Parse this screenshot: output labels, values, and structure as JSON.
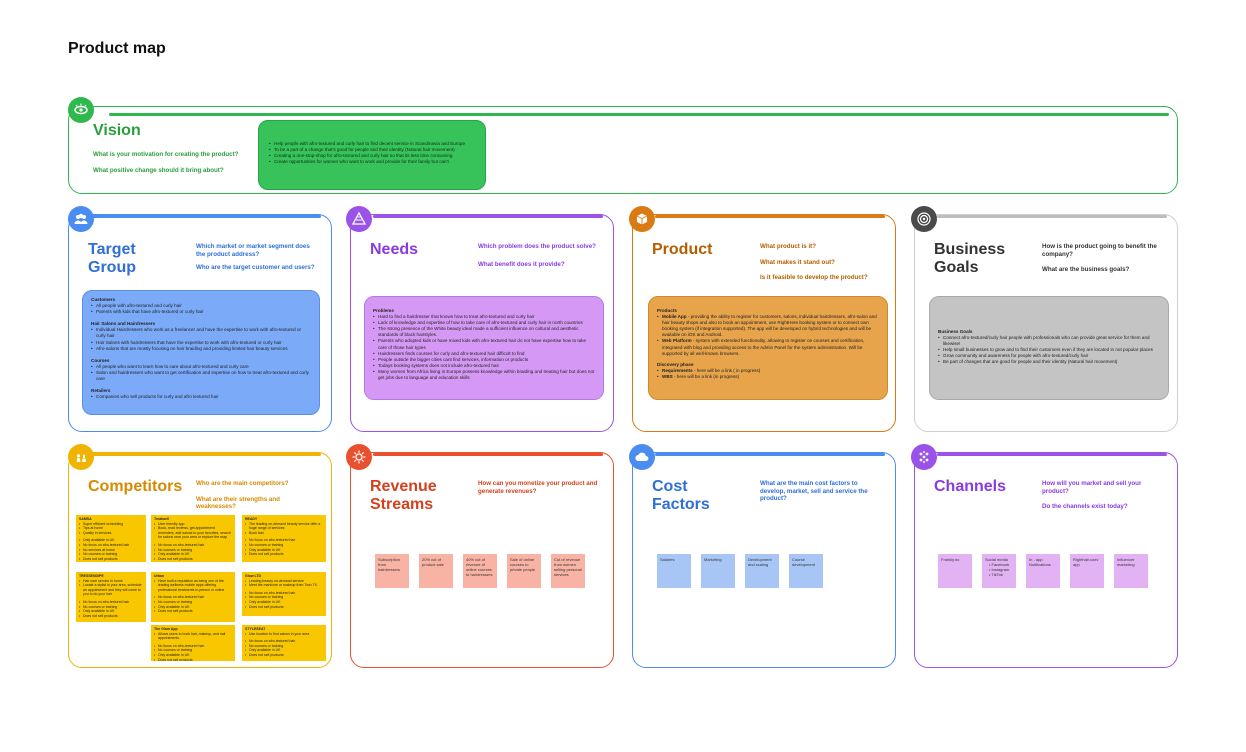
{
  "page_title": "Product map",
  "vision": {
    "title": "Vision",
    "questions": [
      "What is your motivation for creating the product?",
      "What positive change should it bring about?"
    ],
    "items": [
      "Help people with afro-textured and curly hair to find decent service in Scandinavia and Europe",
      "To be a part of a change that's good for people and their identity (Natural hair movement)",
      "Creating a one-stop-shop for afro-textured and curly hair so that its less time consuming",
      "Create opportunities for women who want to work and provide for their family but can't"
    ]
  },
  "target_group": {
    "title": [
      "Target",
      "Group"
    ],
    "questions": [
      "Which market or market segment does the product address?",
      "Who are the target customer and users?"
    ],
    "sections": [
      {
        "heading": "Customers",
        "items": [
          "All people with afro-textured and curly hair",
          "Parents with kids that have afro-textured or curly hair"
        ]
      },
      {
        "heading": "Hair Salons and Hairdressers",
        "items": [
          "Individual Hairdressers who work as a freelancer and have the expertise to work with afro-textured or curly hair",
          "Hair Salons with hairdressers that have the expertise to work with afro-textured or curly hair",
          "Afro-salons that are mostly focusing on hair braiding and providing limited hair beauty services"
        ]
      },
      {
        "heading": "Courses",
        "items": [
          "All people who want to learn how to care about afro-textured and curly care",
          "Salon and hairdressers who want to get certification and expertise on how to treat afro-textured and curly care"
        ]
      },
      {
        "heading": "Retailers",
        "items": [
          "Companies who sell products for curly and afro textured hair"
        ]
      }
    ]
  },
  "needs": {
    "title": "Needs",
    "questions": [
      "Which problem does the product solve?",
      "What benefit does it provide?"
    ],
    "heading": "Problems",
    "items": [
      "Hard to find a hairdresser that knows how to treat afro-textured and curly hair",
      "Lack of knowledge and expertise of how to take care of afro-textured and curly hair in north countries",
      "The strong presence of the White beauty ideal made a sufficient influence on cultural and aesthetic standards of black hairstyles.",
      "Parents who adopted kids or have mixed kids with afro-textured hair do not have expertise how to take care of those hair types",
      "Hairdressers finds courses for curly and afro-textured hair difficult to find",
      "People outside the bigger cities cant find services, information or products",
      "Todays booking systems does not include afro-textured hair",
      "Many women from Africa living in Europe possess knowledge within braiding and treating hair but does not get jobs due to language and education skills"
    ]
  },
  "product": {
    "title": "Product",
    "questions": [
      "What product is it?",
      "What makes it stand out?",
      "Is it feasible to develop the product?"
    ],
    "heading": "Products",
    "items": [
      {
        "bold": "Mobile App",
        "text": " - providing the ability to register for customers, salons, individual hairdressers, afro-salon and hair beauty shops and also to book an appointment, use RightHere booking system or to connect own booking system (if integration supported). The app will be developed on hybrid technologies and will be available on iOS and Android."
      },
      {
        "bold": "Web Platform",
        "text": " - system with extended functionality, allowing to register on courses and certification, integrated with blog and providing access to the Admin Panel for the system administration. Will be supported by all well-known browsers."
      }
    ],
    "heading2": "Discovery phase",
    "items2": [
      {
        "bold": "Requirements",
        "text": " - here will be a link ( in progress)"
      },
      {
        "bold": "WBS",
        "text": " - here will be a link  (in progress)"
      }
    ]
  },
  "business_goals": {
    "title": [
      "Business",
      "Goals"
    ],
    "questions": [
      "How is the product going to benefit the company?",
      "What are the business goals?"
    ],
    "heading": "Business Goals",
    "items": [
      "Connect afro-textured/curly hair people with professionals who can provide great service for them and likewise!",
      "Help small businesses to grow and to find their customers even if they are located in not popular places",
      "Grow community and awareness for people with afro-textured/curly hair",
      "Be part of changes that are good for people and their identity (Natural hair movement)"
    ]
  },
  "competitors": {
    "title": "Competitors",
    "questions": [
      "Who are the main competitors?",
      "What are their strengths and weaknesses?"
    ],
    "notes": [
      {
        "name": "SAMSA",
        "items": [
          "Super efficient scheduling",
          "Tips at home",
          "Quality in services",
          "",
          "Only available in UK",
          "No focus on afro-textured hair",
          "No services at home",
          "No courses or training",
          "Does not sell products"
        ]
      },
      {
        "name": "Treatwell",
        "items": [
          "User friendly app",
          "Book, read reviews, get appointment reminders, add salons to your favorites, search for salons near your area or explore the map",
          "",
          "No focus on afro-textured hair",
          "No courses or training",
          "Only available in UK",
          "Does not sell products"
        ]
      },
      {
        "name": "READY",
        "items": [
          "The leading on-demand beauty service offer a huge range of services",
          "Book fast",
          "",
          "No focus on afro-textured hair",
          "No courses or training",
          "Only available in UK",
          "Does not sell products"
        ]
      },
      {
        "name": "TRESSENDIPE",
        "items": [
          "Hair care service in home",
          "Locate a stylist in your area, schedule an appointment and they will come to you to do your hair",
          "",
          "No focus on afro-textured hair",
          "No courses or training",
          "Only available in UK",
          "Does not sell products"
        ]
      },
      {
        "name": "Urban",
        "items": [
          "Have built a reputation as being one of the leading wellness mobile apps offering professional treatments in-person or online",
          "",
          "No focus on afro-textured hair",
          "No courses or training",
          "Only available in UK",
          "Does not sell products"
        ]
      },
      {
        "name": "Glow LTD",
        "items": [
          "Leading beauty on-demand service",
          "Meet the manicure or makeup from Twin TX.",
          "",
          "No focus on afro-textured hair",
          "No courses or training",
          "Only available in UK",
          "Does not sell products"
        ]
      },
      {
        "name": "The Glam App",
        "items": [
          "Allows users to book hair, makeup, and nail appointments.",
          "",
          "No focus on afro-textured hair",
          "No courses or training",
          "Only available in UK",
          "Does not sell products"
        ]
      },
      {
        "name": "STYLESEAT",
        "items": [
          "Use location to find salons in your area",
          "",
          "No focus on afro-textured hair",
          "No courses or training",
          "Only available in UK",
          "Does not sell products"
        ]
      }
    ]
  },
  "revenue": {
    "title": [
      "Revenue",
      "Streams"
    ],
    "questions": [
      "How can you monetize your product and generate revenues?"
    ],
    "stickies": [
      "Subscription from hairdressers",
      "20% cut of product sale",
      "40% cut of revenue of online courses to hairdressers",
      "Sale of online courses to private people",
      "Cut of revenue from women selling personal services"
    ]
  },
  "cost": {
    "title": [
      "Cost",
      "Factors"
    ],
    "questions": [
      "What are the main cost factors to develop, market, sell and service the product?"
    ],
    "stickies": [
      "Salaries",
      "Marketing",
      "Development and scaling",
      "Course development"
    ]
  },
  "channels": {
    "title": "Channels",
    "questions": [
      "How will you market and sell your product?",
      "Do the channels exist today?"
    ],
    "stickies": [
      {
        "title": "Frankly.no",
        "items": []
      },
      {
        "title": "Social media",
        "items": [
          "Facebook",
          "Instagram",
          "TikTok"
        ]
      },
      {
        "title": "In - app Notifications",
        "items": []
      },
      {
        "title": "Righthair.com/ app",
        "items": []
      },
      {
        "title": "Influencer marketing",
        "items": []
      }
    ]
  },
  "colors": {
    "vision": "#2fb84e",
    "target": "#4a8cf0",
    "needs": "#9b52e8",
    "product": "#d97a12",
    "business": "#555555",
    "competitors": "#f0b400",
    "revenue": "#e8502e",
    "cost": "#4a8cf0",
    "channels": "#9b52e8"
  }
}
